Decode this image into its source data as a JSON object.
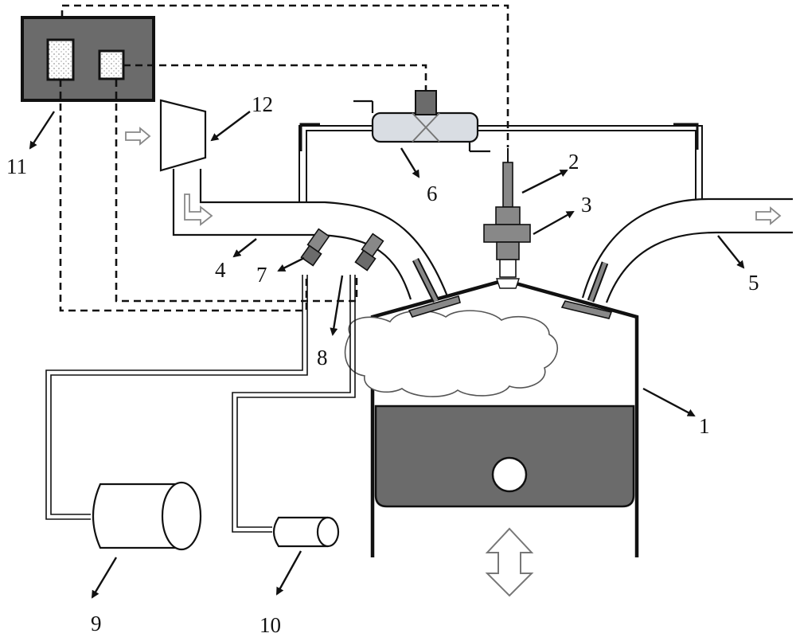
{
  "diagram": {
    "labels": {
      "cylinder": "1",
      "spark_plug": "2",
      "injector_top": "3",
      "intake_pipe": "4",
      "exhaust_pipe": "5",
      "egr_cooler": "6",
      "port_injector_a": "7",
      "port_injector_b": "8",
      "fuel_tank_large": "9",
      "fuel_tank_small": "10",
      "ecu": "11",
      "compressor": "12"
    },
    "colors": {
      "stroke": "#111111",
      "body_dark": "#6b6b6b",
      "component": "#8a8a8a",
      "cooler_fill": "#d9dde3",
      "pipe_light": "#b8b8b8"
    }
  }
}
